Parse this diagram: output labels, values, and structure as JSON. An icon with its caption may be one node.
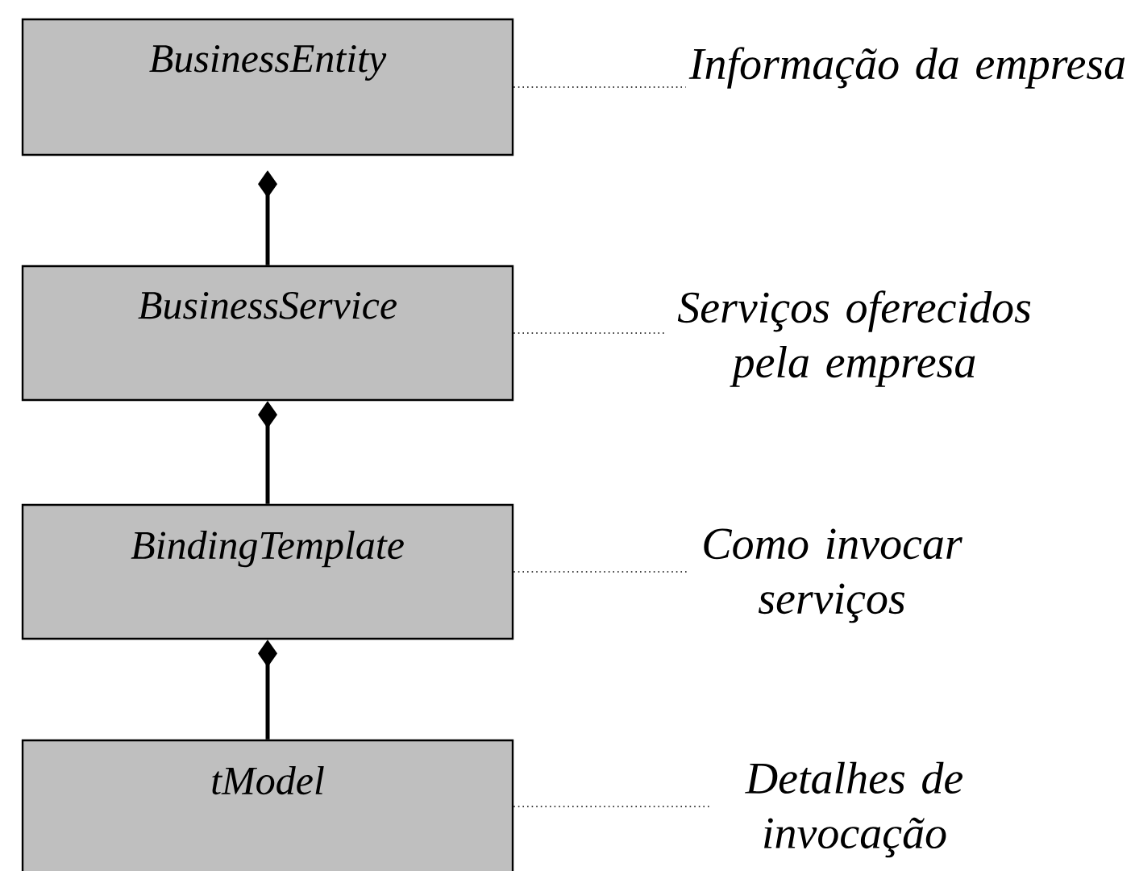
{
  "diagram": {
    "nodes": [
      {
        "text": [
          "BusinessEntity"
        ]
      },
      {
        "text": [
          "BusinessService"
        ]
      },
      {
        "text": [
          "BindingTemplate"
        ]
      },
      {
        "text": [
          "tModel"
        ]
      },
      {
        "text": [
          "Informação da empresa"
        ]
      },
      {
        "text": [
          "Serviços oferecidos pela empresa"
        ]
      },
      {
        "text": [
          "Como invocar serviços"
        ]
      },
      {
        "text": [
          "Detalhes de invocação"
        ]
      }
    ],
    "edges": [
      {
        "from": 1,
        "to": 0,
        "arrow": "other",
        "style": "thick"
      },
      {
        "from": 2,
        "to": 1,
        "arrow": "other",
        "style": "thick"
      },
      {
        "from": 3,
        "to": 2,
        "arrow": "other",
        "style": "thick"
      },
      {
        "from": 4,
        "to": 0,
        "arrow": "none",
        "style": "dashed"
      },
      {
        "from": 5,
        "to": 1,
        "arrow": "none",
        "style": "dashed"
      },
      {
        "from": 6,
        "to": 2,
        "arrow": "none",
        "style": "dashed"
      },
      {
        "from": 7,
        "to": 3,
        "arrow": "none",
        "style": "dashed"
      }
    ]
  }
}
